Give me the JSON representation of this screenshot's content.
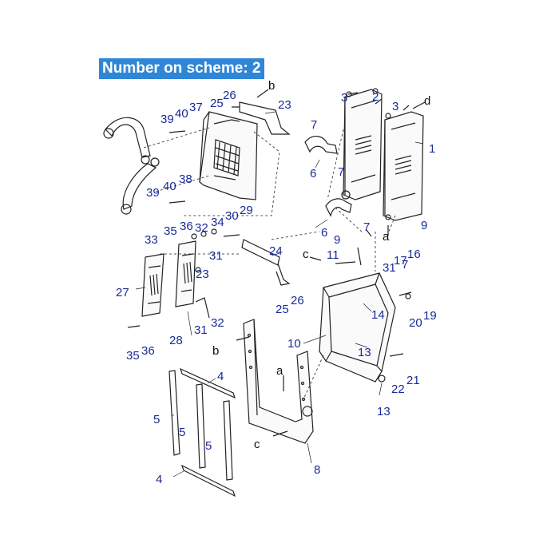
{
  "banner": {
    "label": "Number on scheme: 2"
  },
  "colors": {
    "banner_bg": "#2f86d6",
    "callout_text": "#1a2a9a",
    "line": "#222222"
  },
  "callouts": [
    {
      "id": "c1",
      "text": "1"
    },
    {
      "id": "c2",
      "text": "2"
    },
    {
      "id": "c3a",
      "text": "3"
    },
    {
      "id": "c3b",
      "text": "3"
    },
    {
      "id": "c4a",
      "text": "4"
    },
    {
      "id": "c4b",
      "text": "4"
    },
    {
      "id": "c5a",
      "text": "5"
    },
    {
      "id": "c5b",
      "text": "5"
    },
    {
      "id": "c5c",
      "text": "5"
    },
    {
      "id": "c6a",
      "text": "6"
    },
    {
      "id": "c6b",
      "text": "6"
    },
    {
      "id": "c7a",
      "text": "7"
    },
    {
      "id": "c7b",
      "text": "7"
    },
    {
      "id": "c7c",
      "text": "7"
    },
    {
      "id": "c7d",
      "text": "7"
    },
    {
      "id": "c8",
      "text": "8"
    },
    {
      "id": "c9a",
      "text": "9"
    },
    {
      "id": "c9b",
      "text": "9"
    },
    {
      "id": "c10",
      "text": "10"
    },
    {
      "id": "c11",
      "text": "11"
    },
    {
      "id": "c13a",
      "text": "13"
    },
    {
      "id": "c13b",
      "text": "13"
    },
    {
      "id": "c14",
      "text": "14"
    },
    {
      "id": "c16",
      "text": "16"
    },
    {
      "id": "c17",
      "text": "17"
    },
    {
      "id": "c19",
      "text": "19"
    },
    {
      "id": "c20",
      "text": "20"
    },
    {
      "id": "c21",
      "text": "21"
    },
    {
      "id": "c22",
      "text": "22"
    },
    {
      "id": "c23a",
      "text": "23"
    },
    {
      "id": "c23b",
      "text": "23"
    },
    {
      "id": "c24",
      "text": "24"
    },
    {
      "id": "c25a",
      "text": "25"
    },
    {
      "id": "c25b",
      "text": "25"
    },
    {
      "id": "c26a",
      "text": "26"
    },
    {
      "id": "c26b",
      "text": "26"
    },
    {
      "id": "c27",
      "text": "27"
    },
    {
      "id": "c28",
      "text": "28"
    },
    {
      "id": "c29",
      "text": "29"
    },
    {
      "id": "c30",
      "text": "30"
    },
    {
      "id": "c31a",
      "text": "31"
    },
    {
      "id": "c31b",
      "text": "31"
    },
    {
      "id": "c31c",
      "text": "31"
    },
    {
      "id": "c32a",
      "text": "32"
    },
    {
      "id": "c32b",
      "text": "32"
    },
    {
      "id": "c33",
      "text": "33"
    },
    {
      "id": "c34",
      "text": "34"
    },
    {
      "id": "c35a",
      "text": "35"
    },
    {
      "id": "c35b",
      "text": "35"
    },
    {
      "id": "c36a",
      "text": "36"
    },
    {
      "id": "c36b",
      "text": "36"
    },
    {
      "id": "c37",
      "text": "37"
    },
    {
      "id": "c38",
      "text": "38"
    },
    {
      "id": "c39a",
      "text": "39"
    },
    {
      "id": "c39b",
      "text": "39"
    },
    {
      "id": "c40a",
      "text": "40"
    },
    {
      "id": "c40b",
      "text": "40"
    }
  ],
  "connectors": [
    {
      "id": "la",
      "text": "a"
    },
    {
      "id": "la2",
      "text": "a"
    },
    {
      "id": "lb",
      "text": "b"
    },
    {
      "id": "lb2",
      "text": "b"
    },
    {
      "id": "lc",
      "text": "c"
    },
    {
      "id": "lc2",
      "text": "c"
    },
    {
      "id": "ld",
      "text": "d"
    }
  ]
}
